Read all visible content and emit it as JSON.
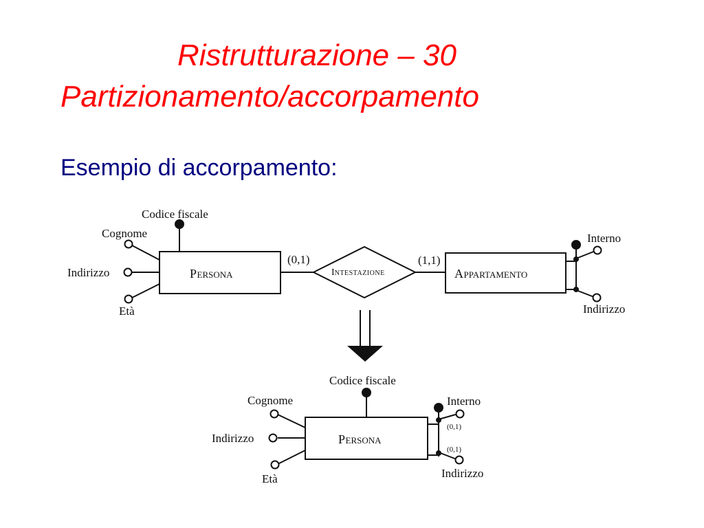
{
  "slide": {
    "title_line1": "Ristrutturazione – 30",
    "title_line2": "Partizionamento/accorpamento",
    "subtitle": "Esempio di accorpamento:"
  },
  "before": {
    "entity_persona": {
      "initial": "P",
      "rest": "ERSONA"
    },
    "relationship": {
      "initial": "I",
      "rest": "NTESTAZIONE"
    },
    "entity_appartamento": {
      "initial": "A",
      "rest": "PPARTAMENTO"
    },
    "card_persona": "(0,1)",
    "card_appartamento": "(1,1)",
    "attr_codice_fiscale": "Codice fiscale",
    "attr_cognome": "Cognome",
    "attr_indirizzo": "Indirizzo",
    "attr_eta": "Età",
    "attr_interno": "Interno",
    "attr_indirizzo_app": "Indirizzo"
  },
  "after": {
    "entity_persona": {
      "initial": "P",
      "rest": "ERSONA"
    },
    "attr_codice_fiscale": "Codice fiscale",
    "attr_cognome": "Cognome",
    "attr_indirizzo": "Indirizzo",
    "attr_eta": "Età",
    "attr_interno": "Interno",
    "attr_indirizzo_app": "Indirizzo",
    "card_interno": "(0,1)",
    "card_indirizzo": "(0,1)"
  },
  "colors": {
    "title": "#ff0000",
    "subtitle": "#000080",
    "diagram": "#111111"
  }
}
